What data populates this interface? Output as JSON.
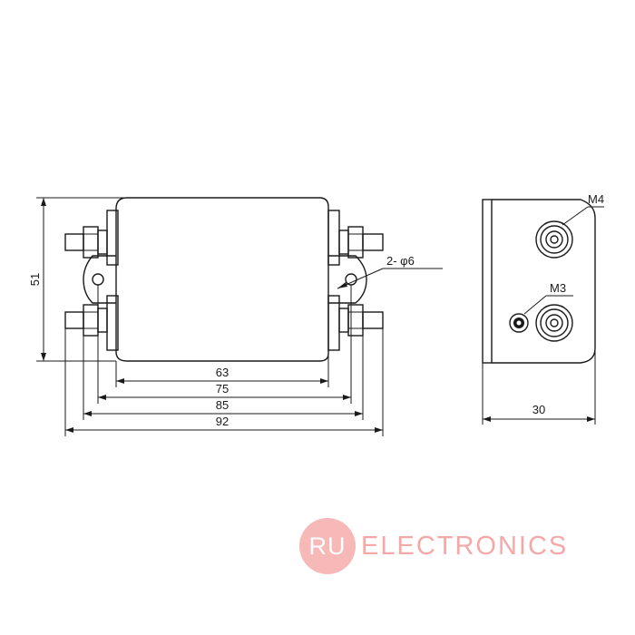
{
  "front_view": {
    "height_dim": "51",
    "hole_callout": "2- φ6",
    "width_dims": [
      "63",
      "75",
      "85",
      "92"
    ]
  },
  "side_view": {
    "terminal_label_top": "M4",
    "terminal_label_ground": "M3",
    "depth_dim": "30"
  },
  "watermark": {
    "badge": "RU",
    "text": "ELECTRONICS"
  }
}
